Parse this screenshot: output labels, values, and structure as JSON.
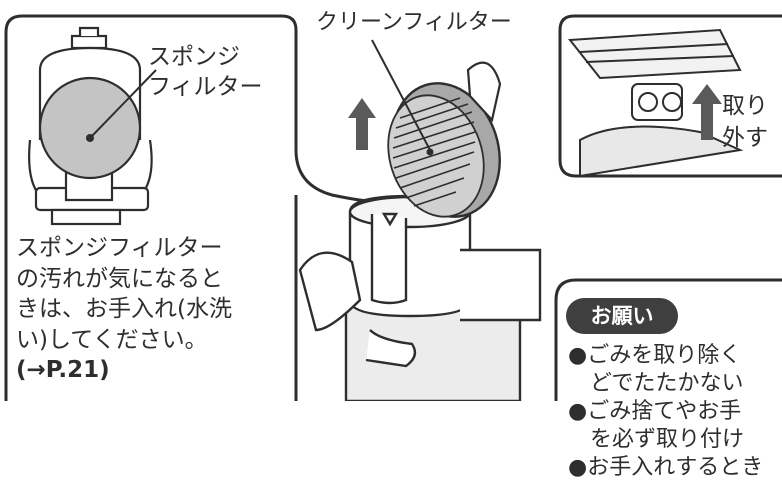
{
  "callouts": {
    "sponge_filter_line1": "スポンジ",
    "sponge_filter_line2": "フィルター",
    "clean_filter": "クリーンフィルター",
    "remove_line1": "取り",
    "remove_line2": "外す"
  },
  "left_panel": {
    "lines": [
      "スポンジフィルター",
      "の汚れが気になると",
      "きは、お手入れ(水洗",
      "い)してください。"
    ],
    "page_ref": "(→P.21)"
  },
  "notice": {
    "badge": "お願い",
    "items": [
      "●ごみを取り除く",
      "どでたたかない",
      "●ごみ捨てやお手",
      "を必ず取り付け",
      "●お手入れするとき"
    ]
  },
  "colors": {
    "line": "#2e2e2e",
    "filter_gray": "#c4c4c4",
    "arrow_gray": "#5a5a5a",
    "badge_bg": "#3f3f3f"
  }
}
